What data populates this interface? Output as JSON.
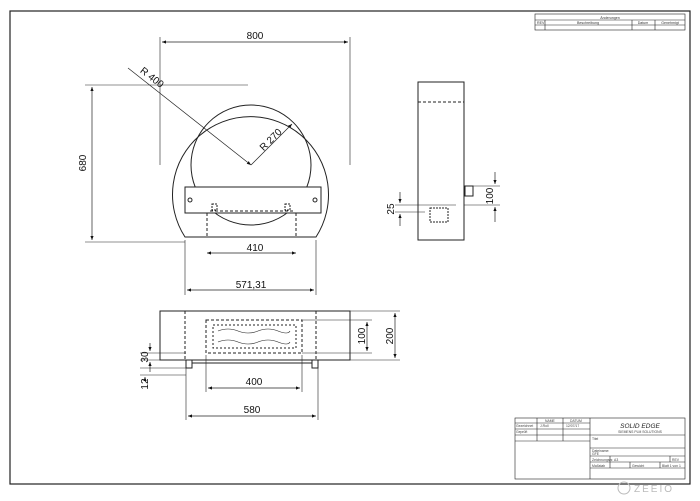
{
  "dimensions": {
    "width_800": "800",
    "radius_400": "R 400",
    "radius_270": "R 270",
    "height_680": "680",
    "width_410": "410",
    "width_571": "571,31",
    "height_25": "25",
    "height_100_side": "100",
    "height_100_top": "100",
    "height_200": "200",
    "height_30": "30",
    "height_12": "12",
    "width_400": "400",
    "width_580": "580"
  },
  "revision_table": {
    "title": "Änderungen",
    "col_rev": "REV",
    "col_desc": "Beschreibung",
    "col_date": "Datum",
    "col_approved": "Genehmigt"
  },
  "title_block": {
    "col_name": "NAME",
    "col_date": "DATUM",
    "row_drawn": "Gezeichnet",
    "row_checked": "Geprüft",
    "drawn_name": "J.Roll",
    "drawn_date": "12/07/17",
    "brand": "SOLID EDGE",
    "brand_sub": "SIEMENS PLM SOLUTIONS",
    "label_title": "Titel",
    "label_file": "Dateiname:",
    "file_name": "GFE",
    "label_size": "Zeichnungsnr.  A3",
    "label_scale": "Maßstab",
    "label_weight": "Gewicht",
    "label_sheet": "Blatt 1 von 1",
    "label_rev": "REV"
  },
  "watermark": "ZEEIO"
}
